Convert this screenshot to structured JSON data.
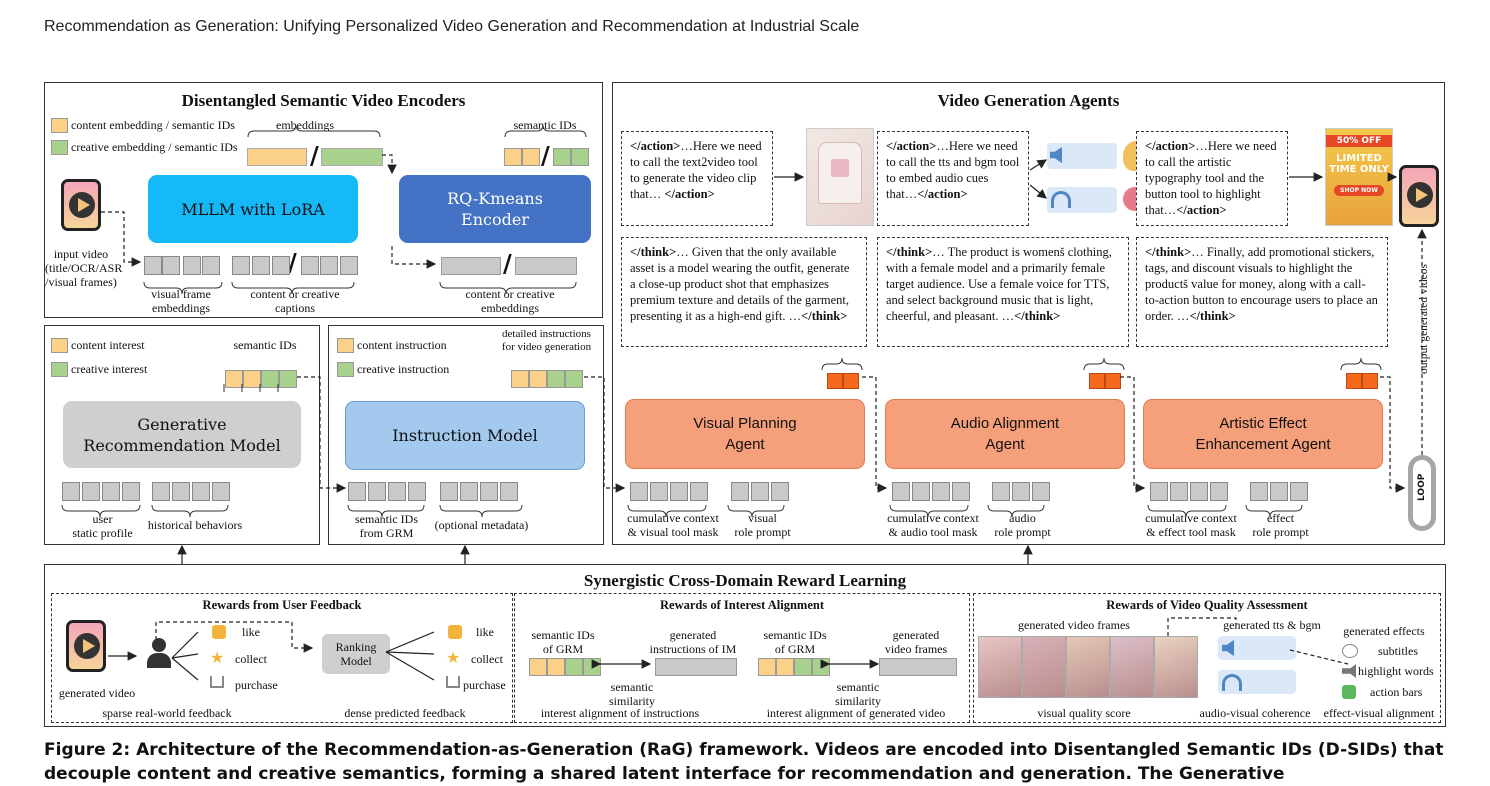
{
  "header": {
    "title": "Recommendation as Generation: Unifying Personalized Video Generation and Recommendation at Industrial Scale"
  },
  "encoders": {
    "title": "Disentangled Semantic Video Encoders",
    "legend_content": "content embedding / semantic IDs",
    "legend_creative": "creative embedding / semantic IDs",
    "embeddings_label": "embeddings",
    "semantic_ids_label": "semantic IDs",
    "mllm": "MLLM with LoRA",
    "rq_line1": "RQ-Kmeans",
    "rq_line2": "Encoder",
    "input_video": [
      "input video",
      "(title/OCR/ASR",
      "/visual frames)"
    ],
    "visual_frame": [
      "visual frame",
      "embeddings"
    ],
    "captions": [
      "content or creative",
      "captions"
    ],
    "emb_out": [
      "content or creative",
      "embeddings"
    ]
  },
  "grm": {
    "legend_content": "content interest",
    "legend_creative": "creative interest",
    "semantic_ids_label": "semantic IDs",
    "model_line1": "Generative",
    "model_line2": "Recommendation Model",
    "static": [
      "user",
      "static profile"
    ],
    "hist": "historical behaviors"
  },
  "im": {
    "legend_content": "content instruction",
    "legend_creative": "creative instruction",
    "detailed": [
      "detailed instructions",
      "for video generation"
    ],
    "model": "Instruction Model",
    "sem_ids": [
      "semantic IDs",
      "from GRM"
    ],
    "meta": "(optional metadata)"
  },
  "agents": {
    "title": "Video Generation Agents",
    "action1": [
      "</action>",
      "…Here we need to call the text2video tool to generate the video clip that… ",
      "</action>"
    ],
    "action2": [
      "</action>",
      "…Here we need to call the tts and bgm tool to embed audio cues that…",
      "</action>"
    ],
    "action3": [
      "</action>",
      "…Here we need to call the artistic typography tool and the button tool to highlight that…",
      "</action>"
    ],
    "think1": [
      "</think>",
      "… Given that the only available asset is a model wearing the outfit, generate a close-up product shot that emphasizes premium texture and details of the garment, presenting it as a high-end gift. …",
      "</think>"
    ],
    "think2": [
      "</think>",
      "… The product is womenš clothing, with a female model and a primarily female target audience. Use a female voice for TTS, and select background music that is light, cheerful, and pleasant. …",
      "</think>"
    ],
    "think3": [
      "</think>",
      "… Finally, add promotional stickers, tags, and discount visuals to highlight the productš value for money, along with a call-to-action button to encourage users to place an order. …",
      "</think>"
    ],
    "agent1": [
      "Visual Planning",
      "Agent"
    ],
    "agent2": [
      "Audio Alignment",
      "Agent"
    ],
    "agent3": [
      "Artistic Effect",
      "Enhancement Agent"
    ],
    "ctx1": [
      "cumulative context",
      "& visual tool mask"
    ],
    "role1": [
      "visual",
      "role prompt"
    ],
    "ctx2": [
      "cumulative context",
      "& audio tool mask"
    ],
    "role2": [
      "audio",
      "role prompt"
    ],
    "ctx3": [
      "cumulative context",
      "& effect tool mask"
    ],
    "role3": [
      "effect",
      "role prompt"
    ],
    "output": "output generated videos",
    "loop": "LOOP",
    "sticker": [
      "50% OFF",
      "LIMITED",
      "TIME ONLY",
      "SHOP NOW"
    ]
  },
  "reward": {
    "title": "Synergistic Cross-Domain Reward Learning",
    "user_fb": "Rewards from User Feedback",
    "like": "like",
    "collect": "collect",
    "purchase": "purchase",
    "ranking": [
      "Ranking",
      "Model"
    ],
    "generated_video": "generated video",
    "sparse": "sparse real-world feedback",
    "dense": "dense predicted feedback",
    "interest": "Rewards of Interest Alignment",
    "sem_grm": [
      "semantic IDs",
      "of GRM"
    ],
    "gen_instr": [
      "generated",
      "instructions of IM"
    ],
    "gen_frames": [
      "generated",
      "video frames"
    ],
    "sem_sim": [
      "semantic",
      "similarity"
    ],
    "align_instr": "interest alignment of instructions",
    "align_video": "interest alignment of generated video",
    "quality": "Rewards of Video Quality Assessment",
    "gen_frames_label": "generated video frames",
    "gen_tts": "generated tts & bgm",
    "gen_effects": "generated effects",
    "subtitles": "subtitles",
    "highlight": "highlight words",
    "action_bars": "action bars",
    "vq": "visual quality score",
    "avc": "audio-visual coherence",
    "eva": "effect-visual alignment"
  },
  "caption": "Figure 2: Architecture of the Recommendation-as-Generation (RaG) framework. Videos are encoded into Disentangled Semantic IDs (D-SIDs) that decouple content and creative semantics, forming a shared latent interface for recommendation and generation. The Generative",
  "colors": {
    "mllm": "#16b9f7",
    "rq": "#4472c4",
    "grm": "#cfcfcf",
    "im": "#a3c9ef",
    "agent": "#f5a07a",
    "yellow": "#fbd089",
    "green": "#a9d18e",
    "orange": "#f4691c"
  }
}
